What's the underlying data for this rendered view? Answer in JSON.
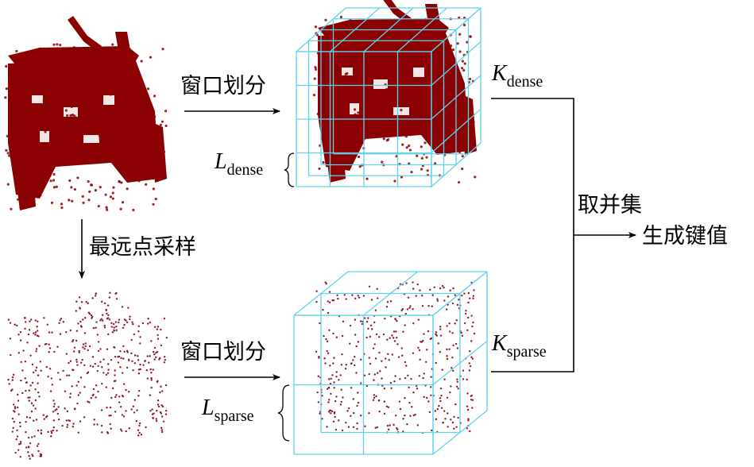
{
  "labels": {
    "partition_top": "窗口划分",
    "partition_bottom": "窗口划分",
    "fps": "最远点采样",
    "union": "取并集",
    "generate_kv": "生成键值",
    "k_dense_main": "K",
    "k_dense_sub": "dense",
    "k_sparse_main": "K",
    "k_sparse_sub": "sparse",
    "l_dense_main": "L",
    "l_dense_sub": "dense",
    "l_sparse_main": "L",
    "l_sparse_sub": "sparse"
  },
  "colors": {
    "point_cloud": "#8b0000",
    "point_sparse": "#8b1a2a",
    "grid": "#5fd3ee",
    "text": "#000000",
    "arrow": "#000000"
  },
  "icons": {
    "dense_cloud": "dense-point-cloud",
    "sparse_cloud": "sparse-point-cloud",
    "dense_grid": "dense-window-grid",
    "sparse_grid": "sparse-window-grid"
  }
}
